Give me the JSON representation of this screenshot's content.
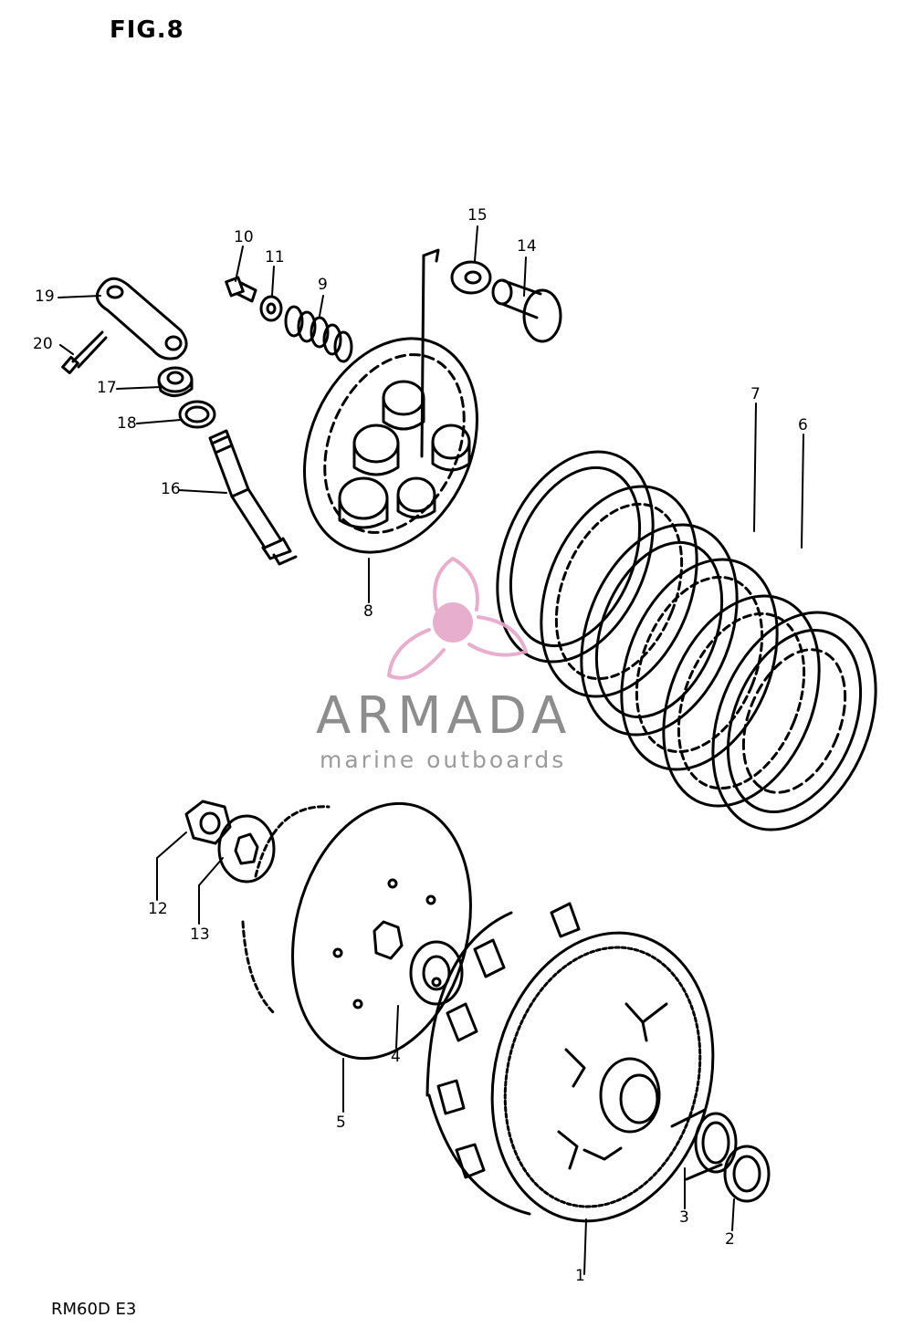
{
  "figure": {
    "title": "FIG.8",
    "model": "RM60D E3"
  },
  "watermark": {
    "brand": "ARMADA",
    "tagline": "marine outboards",
    "logo_color": "#e6a6c8",
    "text_color": "#7a7a7a"
  },
  "callouts": [
    "1",
    "2",
    "3",
    "4",
    "5",
    "6",
    "7",
    "8",
    "9",
    "10",
    "11",
    "12",
    "13",
    "14",
    "15",
    "16",
    "17",
    "18",
    "19",
    "20"
  ]
}
